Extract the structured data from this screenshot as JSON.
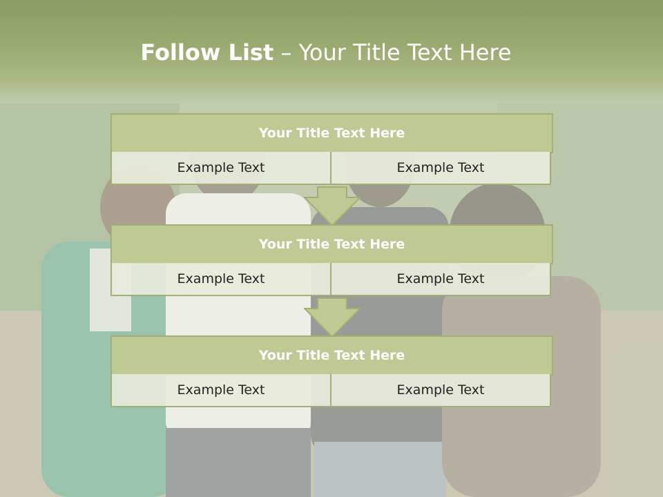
{
  "title": {
    "bold": "Follow List",
    "rest": " – Your Title Text Here"
  },
  "colors": {
    "title_band": "#8a9b63",
    "block_head": "#bfc994",
    "block_border": "#a1b072",
    "cell_bg": "#e8ecdc"
  },
  "blocks": [
    {
      "title": "Your Title Text Here",
      "left": "Example Text",
      "right": "Example Text"
    },
    {
      "title": "Your Title Text Here",
      "left": "Example Text",
      "right": "Example Text"
    },
    {
      "title": "Your Title Text Here",
      "left": "Example Text",
      "right": "Example Text"
    }
  ],
  "icons": [
    "down-arrow-icon",
    "down-arrow-icon"
  ]
}
